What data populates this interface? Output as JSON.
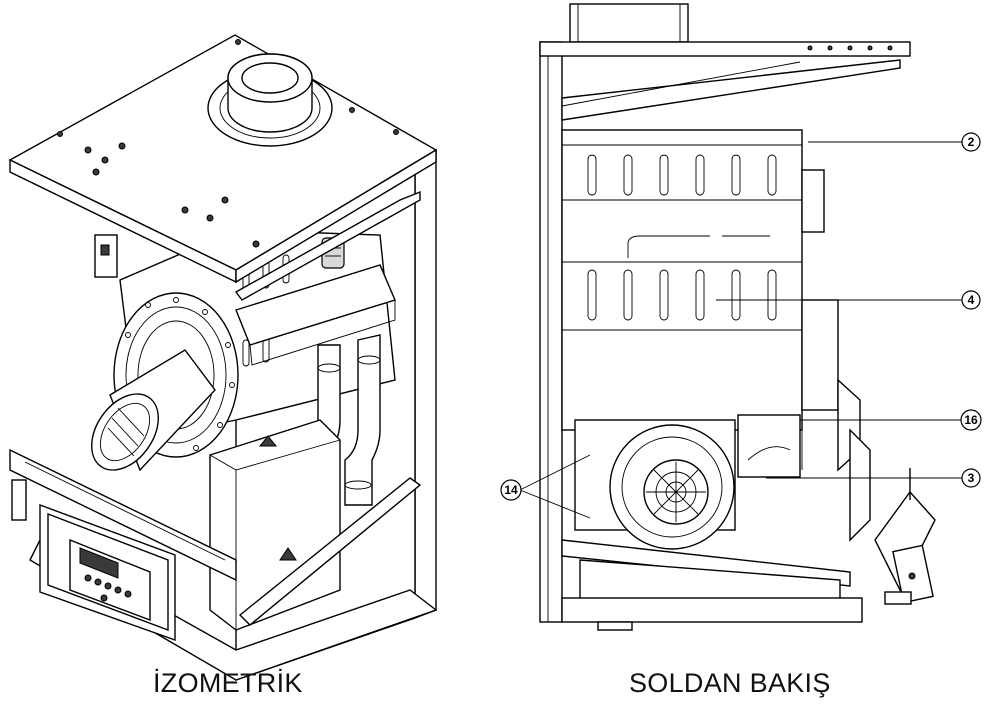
{
  "captions": {
    "isometric": "İZOMETRİK",
    "left_view": "SOLDAN BAKIŞ"
  },
  "callouts": [
    {
      "id": "c2",
      "label": "2"
    },
    {
      "id": "c4",
      "label": "4"
    },
    {
      "id": "c16",
      "label": "16"
    },
    {
      "id": "c3",
      "label": "3"
    },
    {
      "id": "c14",
      "label": "14"
    }
  ]
}
